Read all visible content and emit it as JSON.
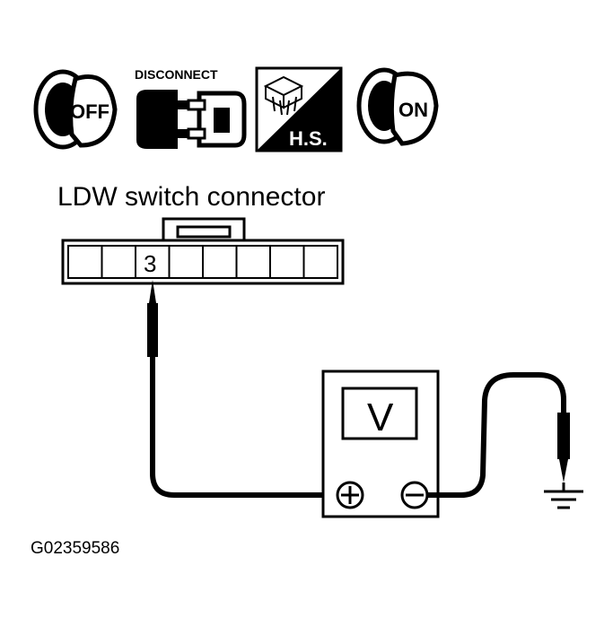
{
  "icons": {
    "ignition_off": {
      "label": "OFF",
      "icon": "ignition-key-off"
    },
    "disconnect": {
      "label": "DISCONNECT",
      "icon": "connector-disconnect"
    },
    "harness_side": {
      "label": "H.S.",
      "icon": "harness-side"
    },
    "ignition_on": {
      "label": "ON",
      "icon": "ignition-key-on"
    }
  },
  "connector": {
    "title": "LDW switch connector",
    "terminal_label": "3"
  },
  "meter": {
    "display": "V",
    "positive_symbol": "+",
    "negative_symbol": "−"
  },
  "figure_id": "G02359586",
  "colors": {
    "line": "#000000",
    "background": "#ffffff"
  }
}
